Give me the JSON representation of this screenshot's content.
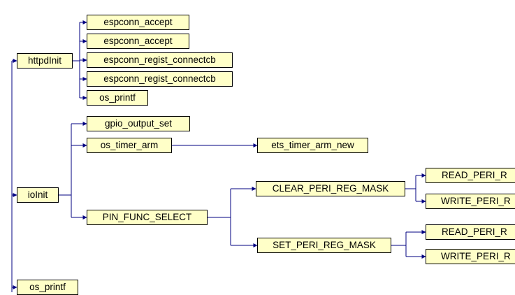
{
  "diagram": {
    "colors": {
      "node_fill": "#ffffc8",
      "node_border": "#000000",
      "wire": "#000080"
    },
    "nodes": {
      "httpdInit": "httpdInit",
      "espconn_accept_1": "espconn_accept",
      "espconn_accept_2": "espconn_accept",
      "espconn_regist_connectcb_1": "espconn_regist_connectcb",
      "espconn_regist_connectcb_2": "espconn_regist_connectcb",
      "os_printf_1": "os_printf",
      "ioInit": "ioInit",
      "gpio_output_set": "gpio_output_set",
      "os_timer_arm": "os_timer_arm",
      "ets_timer_arm_new": "ets_timer_arm_new",
      "PIN_FUNC_SELECT": "PIN_FUNC_SELECT",
      "CLEAR_PERI_REG_MASK": "CLEAR_PERI_REG_MASK",
      "SET_PERI_REG_MASK": "SET_PERI_REG_MASK",
      "READ_PERI_REG_1": "READ_PERI_R",
      "WRITE_PERI_REG_1": "WRITE_PERI_R",
      "READ_PERI_REG_2": "READ_PERI_R",
      "WRITE_PERI_REG_2": "WRITE_PERI_R",
      "os_printf_2": "os_printf"
    }
  }
}
